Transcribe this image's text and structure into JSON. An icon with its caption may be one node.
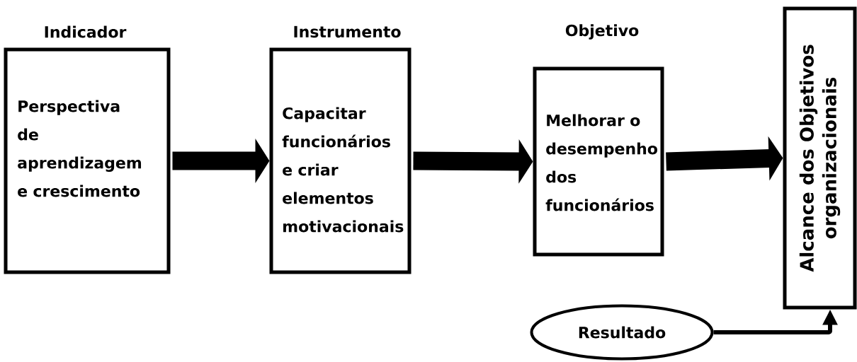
{
  "diagram": {
    "nodes": [
      {
        "text": [
          "Indicador",
          "Perspectiva de aprendizagem e crescimento"
        ]
      },
      {
        "text": [
          "Instrumento",
          "Capacitar funcionários e criar elementos motivacionais"
        ]
      },
      {
        "text": [
          "Objetivo",
          "Melhorar o desempenho dos funcionários"
        ]
      },
      {
        "text": [
          "Alcance dos Objetivos organizacionais"
        ]
      },
      {
        "text": [
          "Resultado"
        ]
      }
    ],
    "edges": [
      {
        "from": 0,
        "to": 1,
        "arrow": "to"
      },
      {
        "from": 1,
        "to": 2,
        "arrow": "to"
      },
      {
        "from": 2,
        "to": 3,
        "arrow": "to"
      },
      {
        "from": 4,
        "to": 3,
        "arrow": "to"
      }
    ]
  }
}
